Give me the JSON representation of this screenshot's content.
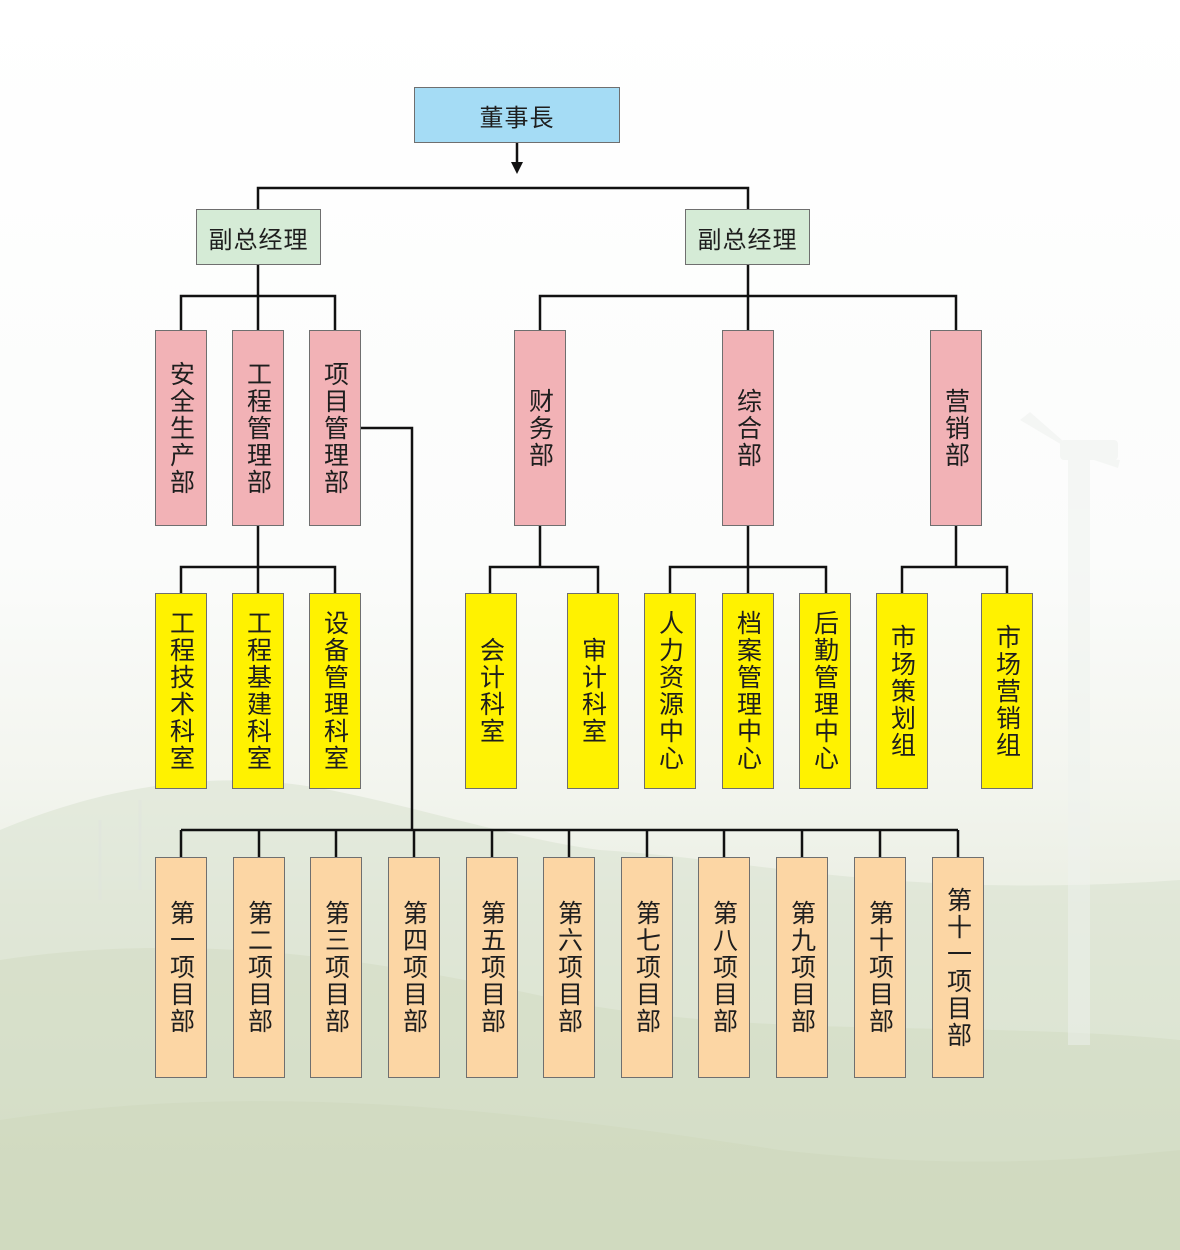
{
  "chairman": "董事長",
  "vp_left": "副总经理",
  "vp_right": "副总经理",
  "departments": {
    "safety": "安全生产部",
    "engineering": "工程管理部",
    "project": "项目管理部",
    "finance": "财务部",
    "general": "综合部",
    "marketing": "营销部"
  },
  "sections": {
    "eng_tech": "工程技术科室",
    "eng_infra": "工程基建科室",
    "equipment": "设备管理科室",
    "accounting": "会计科室",
    "audit": "审计科室",
    "hr": "人力资源中心",
    "archives": "档案管理中心",
    "logistics": "后勤管理中心",
    "market_plan": "市场策划组",
    "market_sales": "市场营销组"
  },
  "project_departments": [
    "第一项目部",
    "第二项目部",
    "第三项目部",
    "第四项目部",
    "第五项目部",
    "第六项目部",
    "第七项目部",
    "第八项目部",
    "第九项目部",
    "第十项目部",
    "第十一项目部"
  ],
  "colors": {
    "chairman": "#a5dcf5",
    "vp": "#d5ebd6",
    "department": "#f2b2b6",
    "section": "#fff200",
    "project": "#fcd6a4",
    "connector": "#111111"
  }
}
